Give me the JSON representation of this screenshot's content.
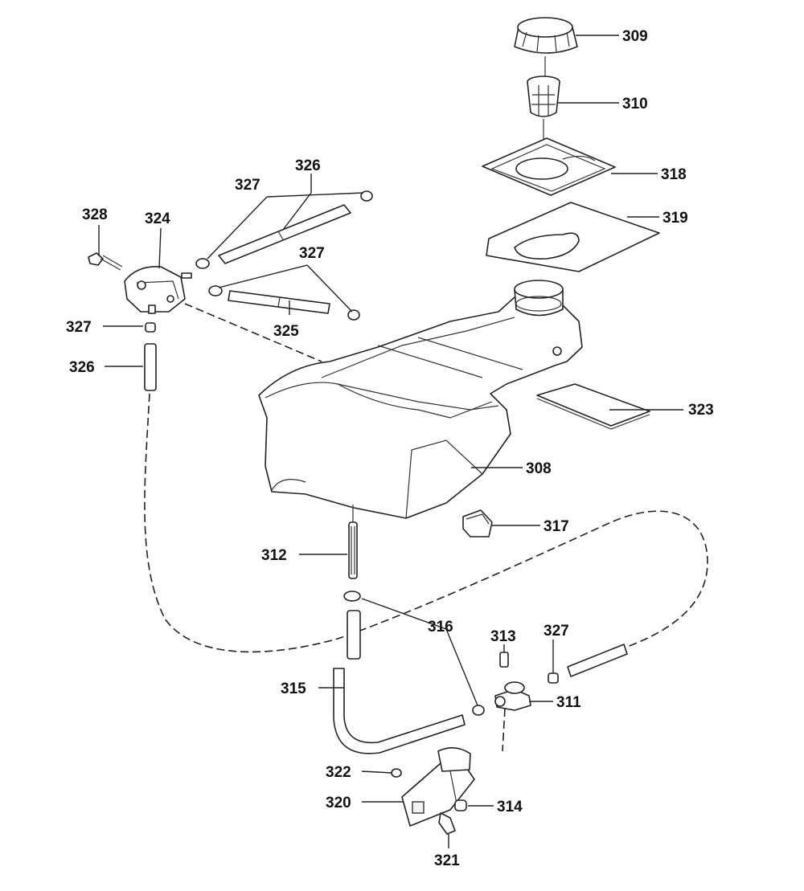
{
  "callouts": {
    "p309": "309",
    "p310": "310",
    "p318": "318",
    "p319": "319",
    "p326_top": "326",
    "p327_top": "327",
    "p328": "328",
    "p324": "324",
    "p327_mid": "327",
    "p325": "325",
    "p327_left": "327",
    "p326_left": "326",
    "p323": "323",
    "p308": "308",
    "p317": "317",
    "p312": "312",
    "p316": "316",
    "p313": "313",
    "p327_bottom": "327",
    "p311": "311",
    "p315": "315",
    "p322": "322",
    "p320": "320",
    "p314": "314",
    "p321": "321"
  }
}
